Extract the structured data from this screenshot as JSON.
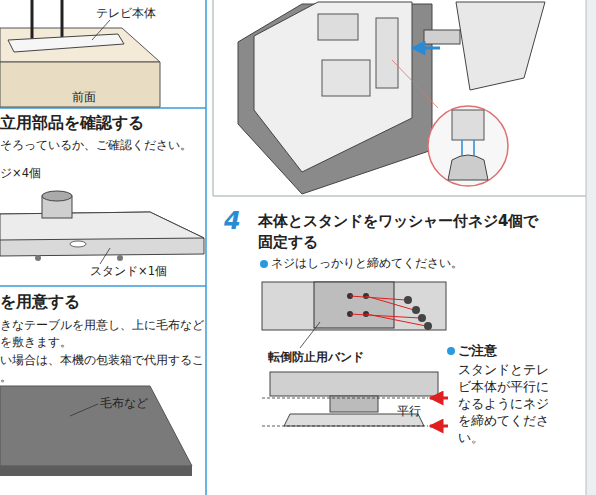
{
  "diagram": {
    "labels": [
      "テレビ本体",
      "前面",
      "立用部品を確認する",
      "そろっているか、ご確認ください。",
      "ジ×4個",
      "スタンド×1個",
      "を用意する",
      "きなテーブルを用意し、上に毛布など",
      "を敷きます。",
      "い場合は、本機の包装箱で代用するこ",
      "。",
      "毛布など",
      "4",
      "本体とスタンドをワッシャー付ネジ4個で 固定する",
      "ネジはしっかりと締めてください。",
      "転倒防止用バンド",
      "ご注意",
      "スタンドとテレ ビ本体が平行に なるようにネジ を締めてくださ い。",
      "平行"
    ]
  }
}
